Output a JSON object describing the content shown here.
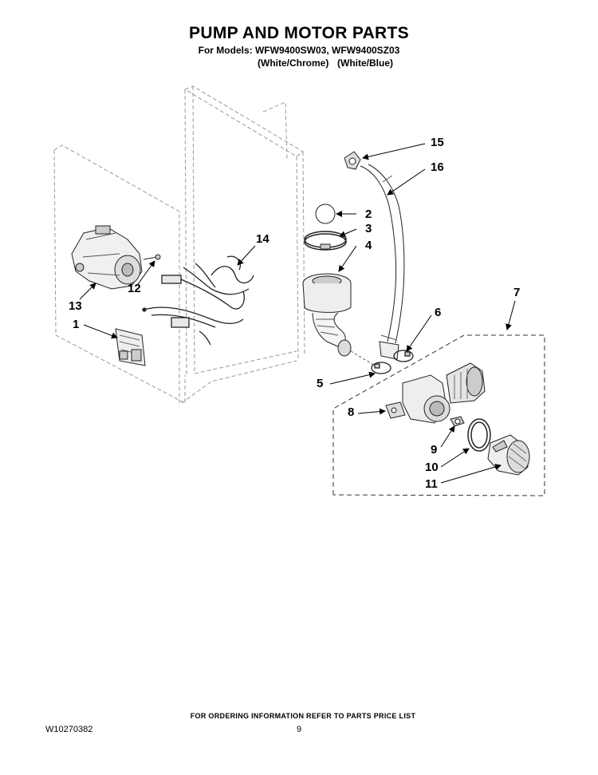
{
  "header": {
    "title": "PUMP AND MOTOR PARTS",
    "models_line": "For Models: WFW9400SW03, WFW9400SZ03",
    "color_1": "(White/Chrome)",
    "color_2": "(White/Blue)"
  },
  "callouts": {
    "c1": "1",
    "c2": "2",
    "c3": "3",
    "c4": "4",
    "c5": "5",
    "c6": "6",
    "c7": "7",
    "c8": "8",
    "c9": "9",
    "c10": "10",
    "c11": "11",
    "c12": "12",
    "c13": "13",
    "c14": "14",
    "c15": "15",
    "c16": "16"
  },
  "footer": {
    "ordering_note": "FOR ORDERING INFORMATION REFER TO PARTS PRICE LIST",
    "doc_number": "W10270382",
    "page_number": "9"
  }
}
